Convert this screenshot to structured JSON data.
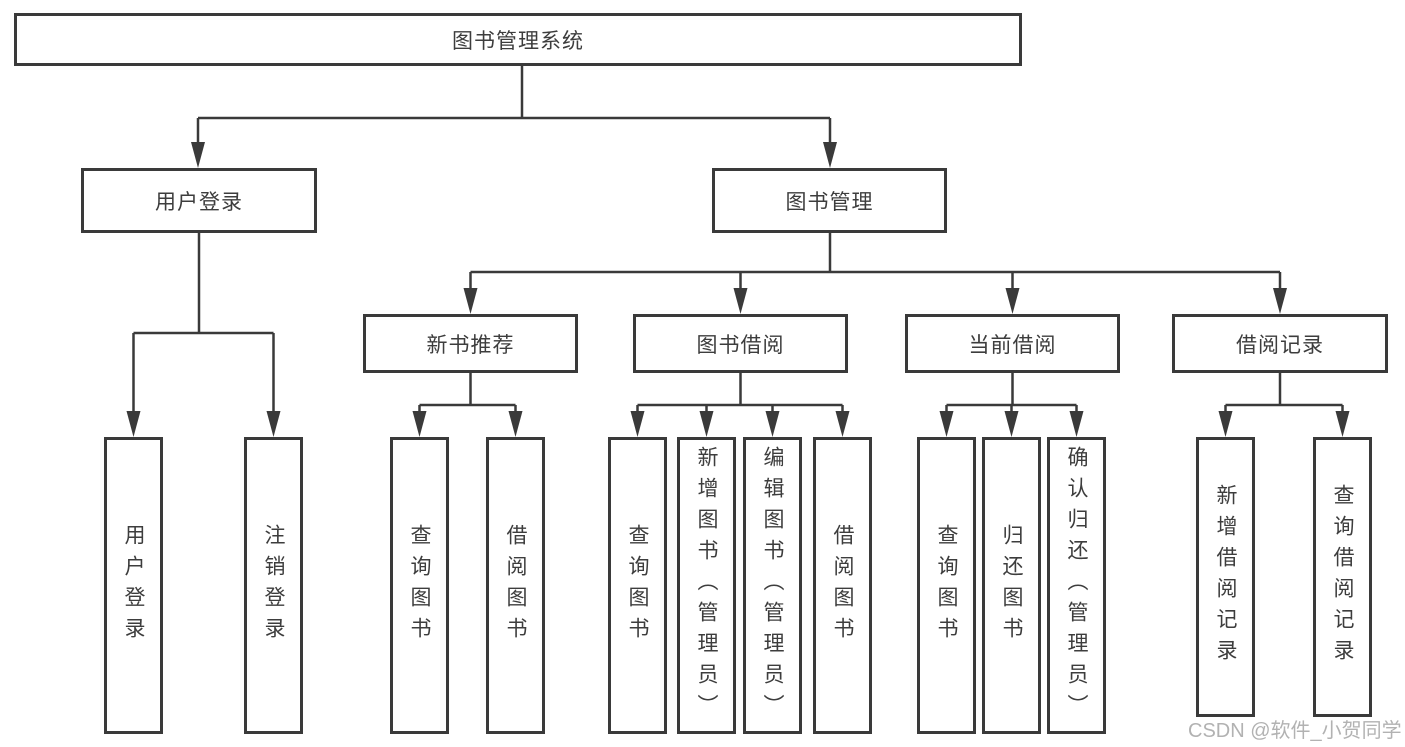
{
  "diagram": {
    "root_label": "图书管理系统",
    "branches": [
      {
        "label": "用户登录",
        "leaves": [
          "用户登录",
          "注销登录"
        ]
      },
      {
        "label": "图书管理",
        "sub_branches": [
          {
            "label": "新书推荐",
            "leaves": [
              "查询图书",
              "借阅图书"
            ]
          },
          {
            "label": "图书借阅",
            "leaves": [
              "查询图书",
              "新增图书（管理员）",
              "编辑图书（管理员）",
              "借阅图书"
            ]
          },
          {
            "label": "当前借阅",
            "leaves": [
              "查询图书",
              "归还图书",
              "确认归还（管理员）"
            ]
          },
          {
            "label": "借阅记录",
            "leaves": [
              "新增借阅记录",
              "查询借阅记录"
            ]
          }
        ]
      }
    ]
  },
  "watermark": {
    "text": "CSDN @软件_小贺同学"
  },
  "colors": {
    "line": "#3a3a3a",
    "text": "#3d3d3d",
    "watermark": "#b2b2b2",
    "background": "#ffffff"
  }
}
